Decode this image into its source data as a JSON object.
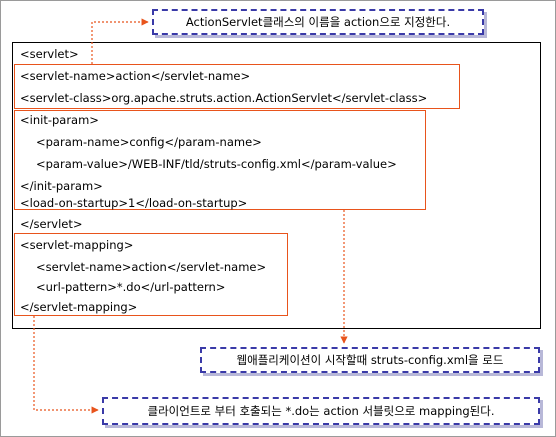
{
  "colors": {
    "highlight_box": "#e8541c",
    "arrow": "#e8541c",
    "callout_border": "#3a3aa8",
    "callout_shadow": "#b8b8d8"
  },
  "callouts": {
    "top": "ActionServlet클래스의 이름을 action으로 지정한다.",
    "middle": "웹애플리케이션이 시작할때 struts-config.xml을 로드",
    "bottom": "클라이언트로 부터 호출되는 *.do는 action 서블릿으로 mapping된다."
  },
  "code_lines": [
    "<servlet>",
    "<servlet-name>action</servlet-name>",
    "<servlet-class>org.apache.struts.action.ActionServlet</servlet-class>",
    "<init-param>",
    "<param-name>config</param-name>",
    "<param-value>/WEB-INF/tld/struts-config.xml</param-value>",
    "</init-param>",
    "<load-on-startup>1</load-on-startup>",
    "</servlet>",
    "<servlet-mapping>",
    "<servlet-name>action</servlet-name>",
    "<url-pattern>*.do</url-pattern>",
    "</servlet-mapping>"
  ]
}
